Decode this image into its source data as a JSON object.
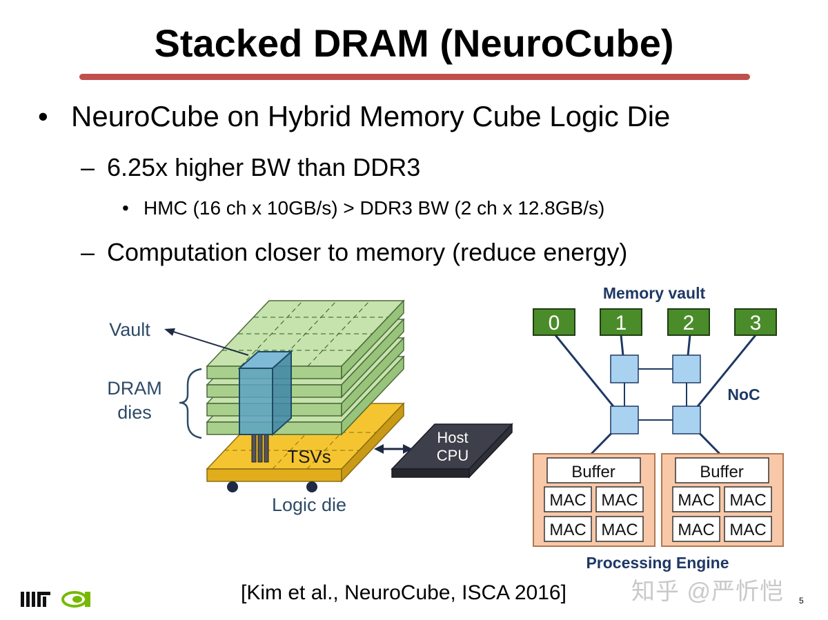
{
  "slide": {
    "title": "Stacked DRAM (NeuroCube)",
    "citation": "[Kim et al., NeuroCube, ISCA 2016]",
    "page_number": "5",
    "watermark": "知乎 @严忻恺",
    "accent_color": "#c0504d"
  },
  "bullets": [
    {
      "level": 1,
      "marker": "•",
      "text": "NeuroCube on Hybrid Memory Cube Logic Die"
    },
    {
      "level": 2,
      "marker": "–",
      "text": "6.25x higher BW than DDR3"
    },
    {
      "level": 3,
      "marker": "•",
      "text": "HMC (16 ch x 10GB/s) > DDR3 BW (2 ch x 12.8GB/s)"
    },
    {
      "level": 2,
      "marker": "–",
      "text": "Computation closer to memory (reduce energy)"
    }
  ],
  "left_diagram": {
    "vault_label": "Vault",
    "dram_label_line1": "DRAM",
    "dram_label_line2": "dies",
    "tsv_label": "TSVs",
    "logic_label": "Logic die",
    "host_line1": "Host",
    "host_line2": "CPU",
    "colors": {
      "dram": "#c6e3ad",
      "logic": "#f5c531",
      "vault": "#5ea3c2",
      "host": "#3d3f4a",
      "label": "#2d4a66"
    }
  },
  "right_diagram": {
    "memory_vault_label": "Memory vault",
    "vault_numbers": [
      "0",
      "1",
      "2",
      "3"
    ],
    "noc_label": "NoC",
    "processing_engine_label": "Processing Engine",
    "engines": [
      {
        "buffer": "Buffer",
        "macs": [
          "MAC",
          "MAC",
          "MAC",
          "MAC"
        ]
      },
      {
        "buffer": "Buffer",
        "macs": [
          "MAC",
          "MAC",
          "MAC",
          "MAC"
        ]
      }
    ],
    "colors": {
      "vault": "#4a8c2a",
      "router": "#a8d2f0",
      "engine": "#f8c8a8",
      "label": "#1f3864"
    }
  },
  "logos": {
    "org1": "MIT",
    "org2": "NVIDIA"
  }
}
